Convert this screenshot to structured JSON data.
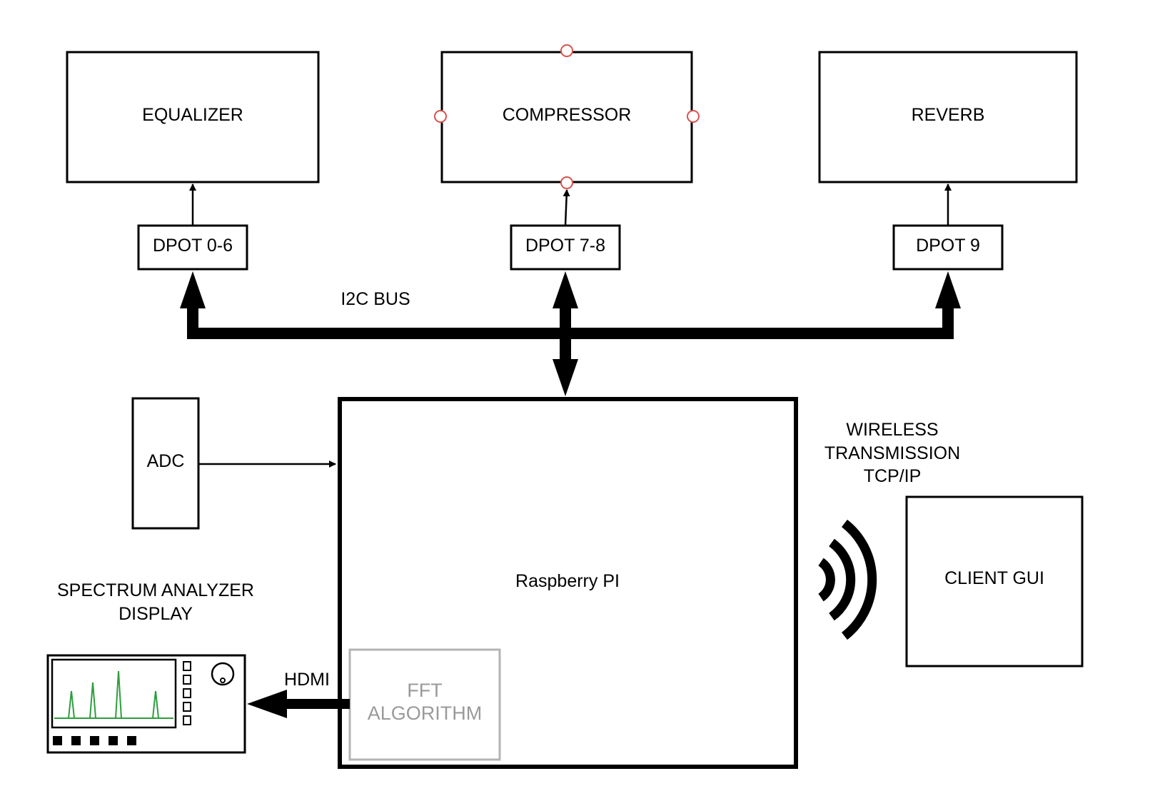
{
  "blocks": {
    "equalizer": "EQUALIZER",
    "compressor": "COMPRESSOR",
    "reverb": "REVERB",
    "dpot_a": "DPOT 0-6",
    "dpot_b": "DPOT 7-8",
    "dpot_c": "DPOT 9",
    "adc": "ADC",
    "raspberry": "Raspberry PI",
    "fft_line1": "FFT",
    "fft_line2": "ALGORITHM",
    "client": "CLIENT GUI"
  },
  "labels": {
    "bus": "I2C BUS",
    "wireless_line1": "WIRELESS",
    "wireless_line2": "TRANSMISSION",
    "wireless_line3": "TCP/IP",
    "spectrum_line1": "SPECTRUM ANALYZER",
    "spectrum_line2": "DISPLAY",
    "hdmi": "HDMI"
  },
  "icons": {
    "wireless": "wireless-signal-icon",
    "spectrum_display": "spectrum-analyzer-icon"
  },
  "colors": {
    "spectrum_trace": "#2e9e3c",
    "fft_border": "#b3b3b3",
    "selection_handle": "#d9534f"
  }
}
